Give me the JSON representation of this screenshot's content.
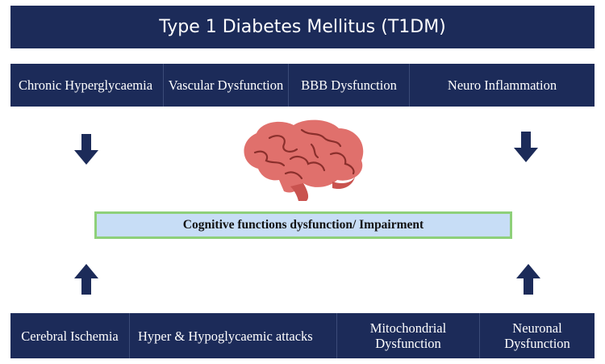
{
  "title": "Type 1 Diabetes Mellitus (T1DM)",
  "top_causes": [
    "Chronic Hyperglycaemia",
    "Vascular Dysfunction",
    "BBB Dysfunction",
    "Neuro Inflammation"
  ],
  "center": "Cognitive functions dysfunction/ Impairment",
  "bottom_causes": [
    "Cerebral Ischemia",
    "Hyper & Hypoglycaemic attacks",
    "Mitochondrial Dysfunction",
    "Neuronal Dysfunction"
  ],
  "colors": {
    "box": "#1c2b59",
    "center_fill": "#c7ddf6",
    "center_border": "#8ed07a",
    "brain": "#e0706c"
  }
}
